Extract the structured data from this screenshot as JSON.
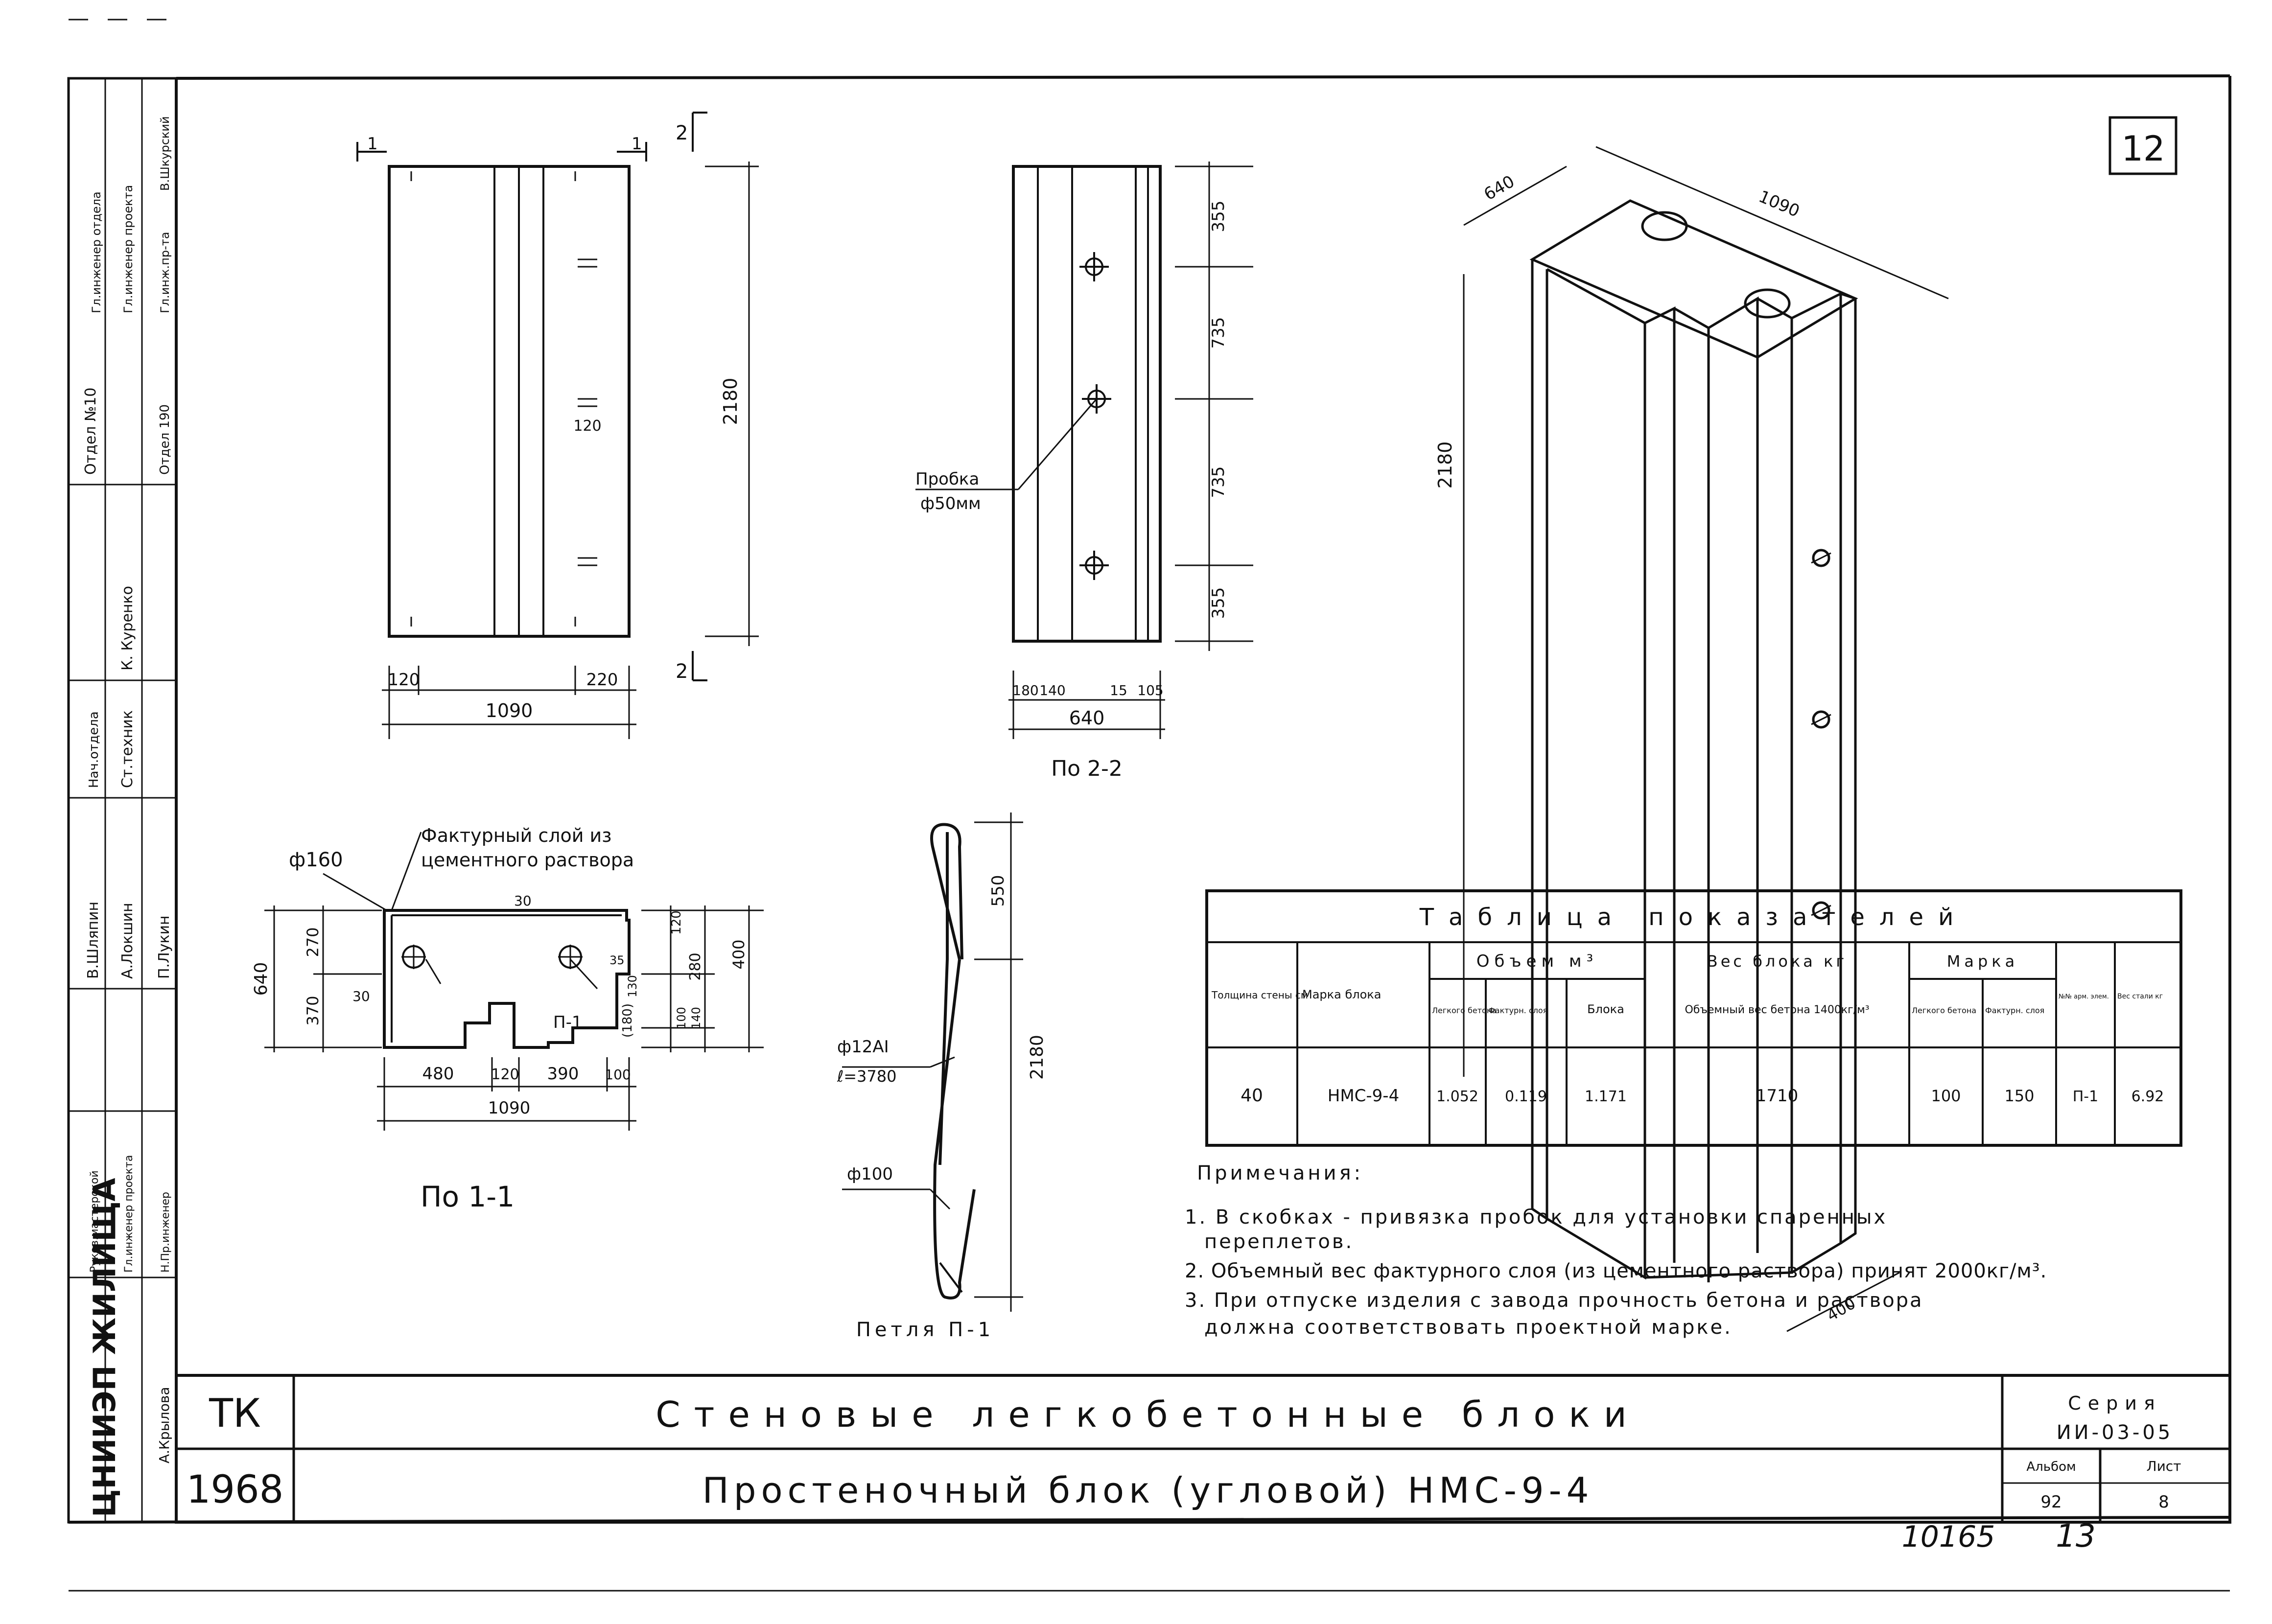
{
  "sheet": {
    "sheet_number": "12",
    "bottom_numbers": [
      "10165",
      "13"
    ]
  },
  "side_stamp": {
    "org_vertical": "ЦНИИЭП ЖИЛИЩА",
    "cells": [
      "Отдел №10",
      "Гл.инженер отдела",
      "Гл.инженер проекта",
      "Гл.инж.пр-та",
      "Отдел 190",
      "К. Куренко",
      "Ст.техник",
      "Нач.отдела",
      "В.Шляпин",
      "А.Локшин",
      "П.Лукин",
      "Руков.мастерской",
      "Гл.инженер проекта",
      "Н.Пр.инженер",
      "А.Крылова",
      "В.Шкурский"
    ]
  },
  "elevation": {
    "dims": [
      "1090",
      "120",
      "220",
      "2180",
      "120"
    ],
    "section_marks": [
      "1",
      "1",
      "2",
      "2"
    ]
  },
  "section22": {
    "title": "По 2-2",
    "dims": [
      "355",
      "735",
      "735",
      "355",
      "640",
      "180",
      "140",
      "15",
      "105"
    ],
    "callout": [
      "Пробка",
      "ф50мм"
    ]
  },
  "section11": {
    "title": "По 1-1",
    "callout_top": [
      "Фактурный слой из",
      "цементного раствора"
    ],
    "diameter_label": "ф160",
    "loop_label": "П-1",
    "dims_left": [
      "640",
      "270",
      "370",
      "30"
    ],
    "dims_right": [
      "120",
      "280",
      "400",
      "130",
      "(180)",
      "100",
      "140"
    ],
    "dims_bottom": [
      "480",
      "120",
      "390",
      "100",
      "1090"
    ],
    "inner_dims": [
      "30",
      "35"
    ]
  },
  "loop": {
    "title": "Петля П-1",
    "dims": [
      "550",
      "2180"
    ],
    "rebar": [
      "ф12АI",
      "ℓ=3780"
    ],
    "bend_label": "ф100"
  },
  "isometric": {
    "dims": [
      "640",
      "1090",
      "2180",
      "400"
    ]
  },
  "table": {
    "title": "Таблица показателей",
    "headers": {
      "thickness": "Толщина стены см",
      "mark": "Марка блока",
      "volume": "Объем м³",
      "vol_light": "Легкого бетона",
      "vol_fact": "Фактурн. слоя",
      "vol_block": "Блока",
      "weight": "Вес блока кг",
      "weight_sub": "Объемный вес бетона 1400кг/м³",
      "grade": "Марка",
      "grade_light": "Легкого бетона",
      "grade_fact": "Фактурн. слоя",
      "arm": "№№ арм. элем.",
      "steel": "Вес стали кг"
    },
    "row": {
      "thickness": "40",
      "mark": "НМС-9-4",
      "vol_light": "1.052",
      "vol_fact": "0.119",
      "vol_block": "1.171",
      "weight": "1710",
      "grade_light": "100",
      "grade_fact": "150",
      "arm": "П-1",
      "steel": "6.92"
    }
  },
  "notes": {
    "title": "Примечания:",
    "items": [
      "1. В скобках - привязка пробок для установки спаренных",
      "переплетов.",
      "2. Объемный вес фактурного слоя (из цементного раствора) принят 2000кг/м³.",
      "3. При отпуске изделия с завода прочность бетона и раствора",
      "должна соответствовать проектной марке."
    ]
  },
  "title_block": {
    "tk": "ТК",
    "year": "1968",
    "title1": "Стеновые легкобетонные блоки",
    "title2": "Простеночный блок (угловой) НМС-9-4",
    "series_label": "Серия",
    "series_value": "ИИ-03-05",
    "album_label": "Альбом",
    "album_value": "92",
    "sheet_label": "Лист",
    "sheet_value": "8"
  }
}
